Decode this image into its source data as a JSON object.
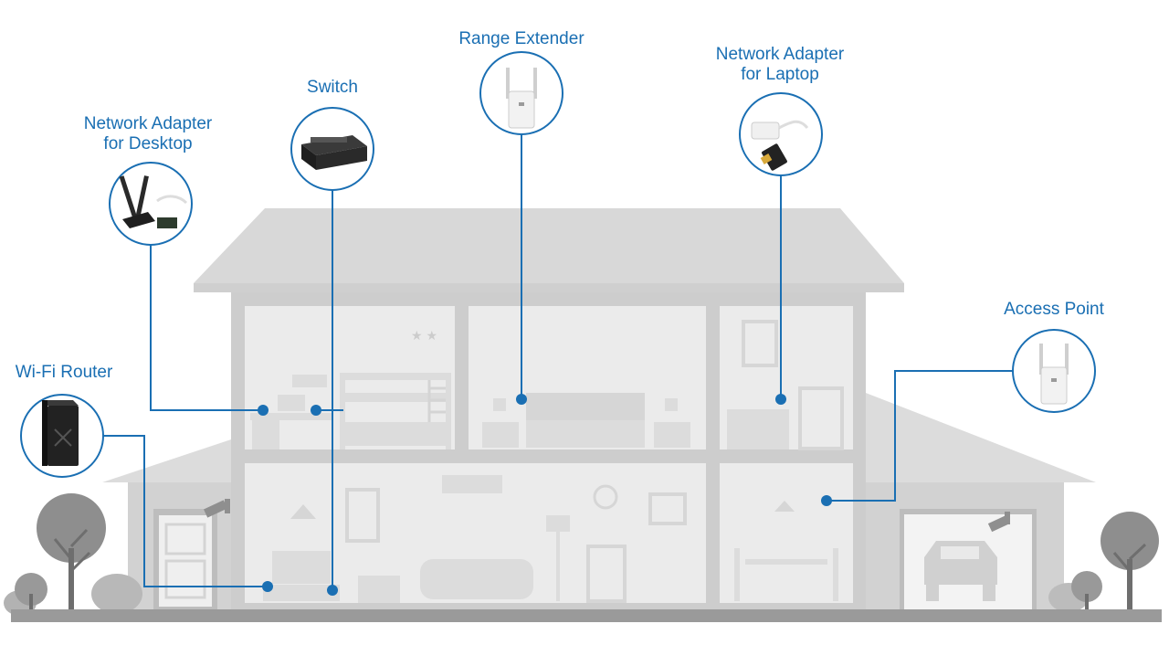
{
  "colors": {
    "accent": "#1a6fb3",
    "house_wall": "#d4d4d4",
    "house_dark": "#c2c2c2",
    "furniture": "#e8e8e8",
    "ground": "#9a9a9a"
  },
  "devices": {
    "range_extender": {
      "label": "Range Extender",
      "icon": "range-extender-icon"
    },
    "network_adapter_laptop": {
      "line1": "Network Adapter",
      "line2": "for Laptop",
      "icon": "usb-adapter-icon"
    },
    "switch": {
      "label": "Switch",
      "icon": "network-switch-icon"
    },
    "network_adapter_desktop": {
      "line1": "Network Adapter",
      "line2": "for Desktop",
      "icon": "pcie-adapter-icon"
    },
    "access_point": {
      "label": "Access Point",
      "icon": "access-point-icon"
    },
    "wifi_router": {
      "label": "Wi-Fi Router",
      "icon": "wifi-router-icon"
    }
  }
}
